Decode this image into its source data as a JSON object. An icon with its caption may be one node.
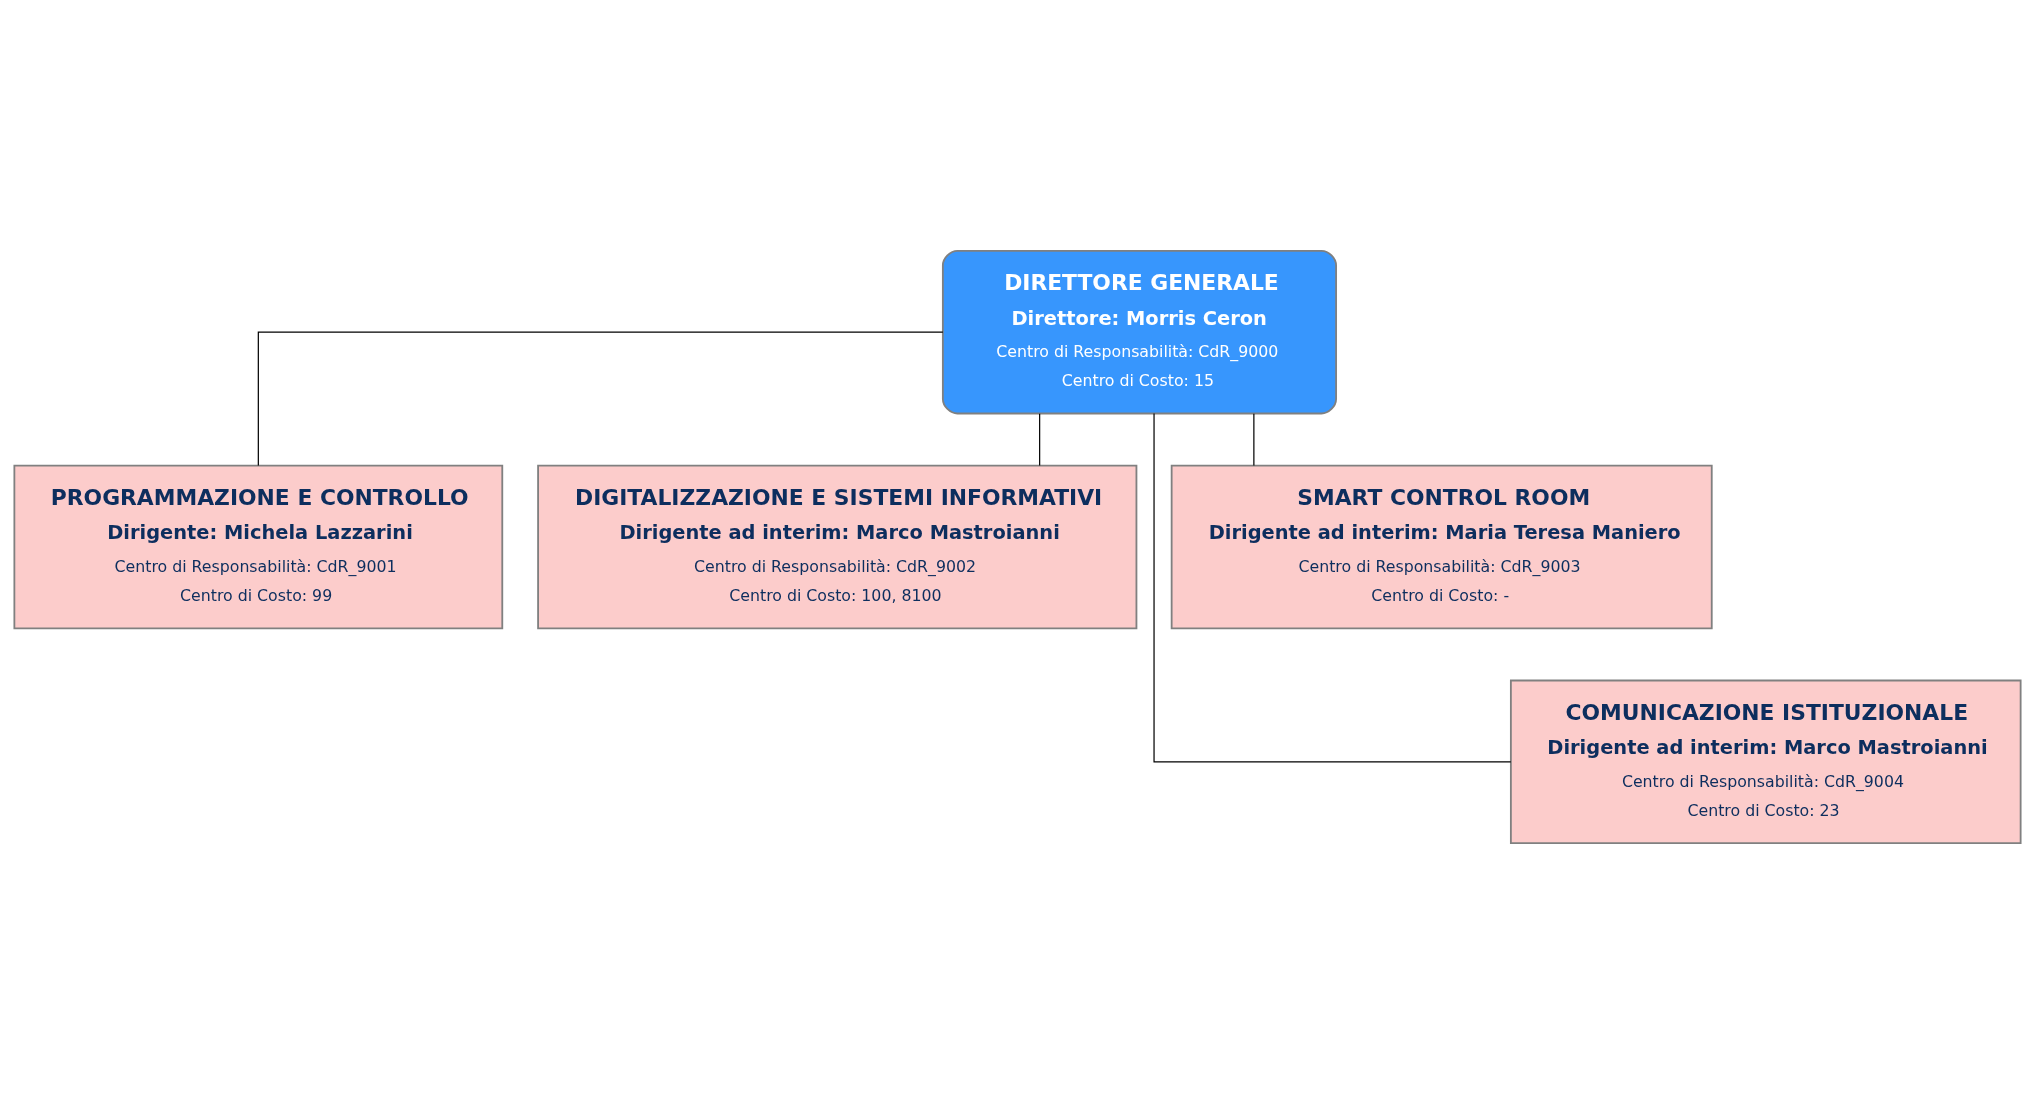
{
  "diagram": {
    "nodes": [
      {
        "text": [
          "DIRETTORE GENERALE",
          "Direttore: Morris Ceron",
          "Centro di Responsabilità: CdR_9000",
          "Centro di Costo: 15"
        ]
      },
      {
        "text": [
          "PROGRAMMAZIONE E CONTROLLO",
          "Dirigente: Michela Lazzarini",
          "Centro di Responsabilità: CdR_9001",
          "Centro di Costo: 99"
        ]
      },
      {
        "text": [
          "DIGITALIZZAZIONE E SISTEMI INFORMATIVI",
          "Dirigente ad interim: Marco Mastroianni",
          "Centro di Responsabilità: CdR_9002",
          "Centro di Costo: 100, 8100"
        ]
      },
      {
        "text": [
          "SMART CONTROL ROOM",
          "Dirigente ad interim: Maria Teresa Maniero",
          "Centro di Responsabilità: CdR_9003",
          "Centro di Costo: -"
        ]
      },
      {
        "text": [
          "COMUNICAZIONE ISTITUZIONALE",
          "Dirigente ad interim: Marco Mastroianni",
          "Centro di Responsabilità: CdR_9004",
          "Centro di Costo: 23"
        ]
      }
    ],
    "edges": [
      {
        "from": 0,
        "to": 1,
        "arrow": "none"
      },
      {
        "from": 0,
        "to": 2,
        "arrow": "none"
      },
      {
        "from": 0,
        "to": 3,
        "arrow": "none"
      },
      {
        "from": 0,
        "to": 4,
        "arrow": "none"
      }
    ]
  }
}
